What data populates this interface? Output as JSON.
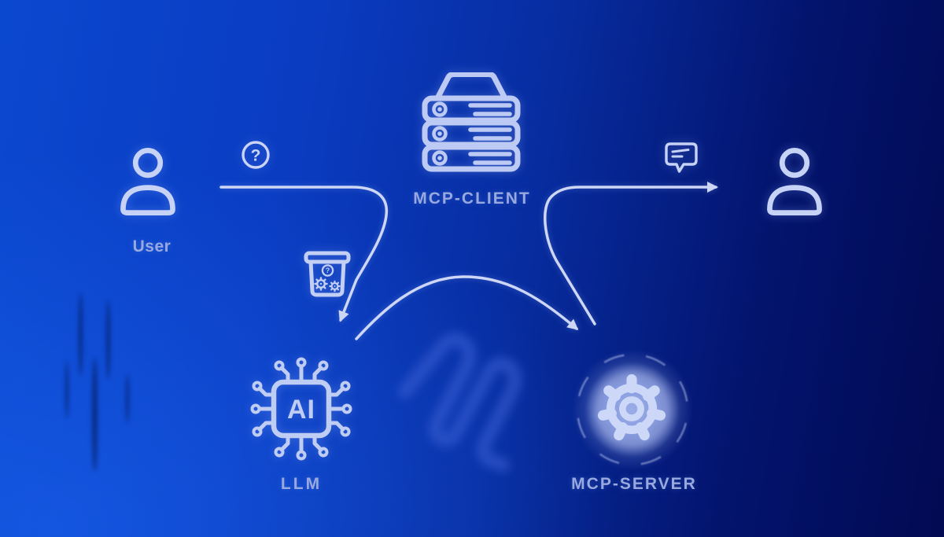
{
  "palette": {
    "background_bottom_left": "#0d55e6",
    "background_mid": "#0a3cc2",
    "background_top_right": "#020a52",
    "icon_stroke": "#c2cef4",
    "label_color": "#98a9e0",
    "arrow_color": "#cdd7f5",
    "server_halo": "#8a9cd8"
  },
  "nodes": {
    "user": {
      "label": "User",
      "icon": "person-icon"
    },
    "mcp_client": {
      "label": "MCP-CLIENT",
      "icon": "server-stack-icon"
    },
    "llm": {
      "label": "LLM",
      "icon": "ai-chip-icon",
      "chip_text": "AI"
    },
    "mcp_server": {
      "label": "MCP-SERVER",
      "icon": "gear-icon"
    },
    "recipient": {
      "label": "",
      "icon": "person-icon"
    }
  },
  "badges": {
    "question_mark": "?",
    "toolbox_question": "?"
  },
  "edges": [
    {
      "from": "user",
      "to": "llm"
    },
    {
      "from": "llm",
      "to": "mcp_server"
    },
    {
      "from": "mcp_server",
      "to": "recipient"
    }
  ],
  "decorative_icons": [
    "question-circle-icon",
    "toolbox-gears-icon",
    "chat-bubble-icon",
    "watermark-logo"
  ]
}
